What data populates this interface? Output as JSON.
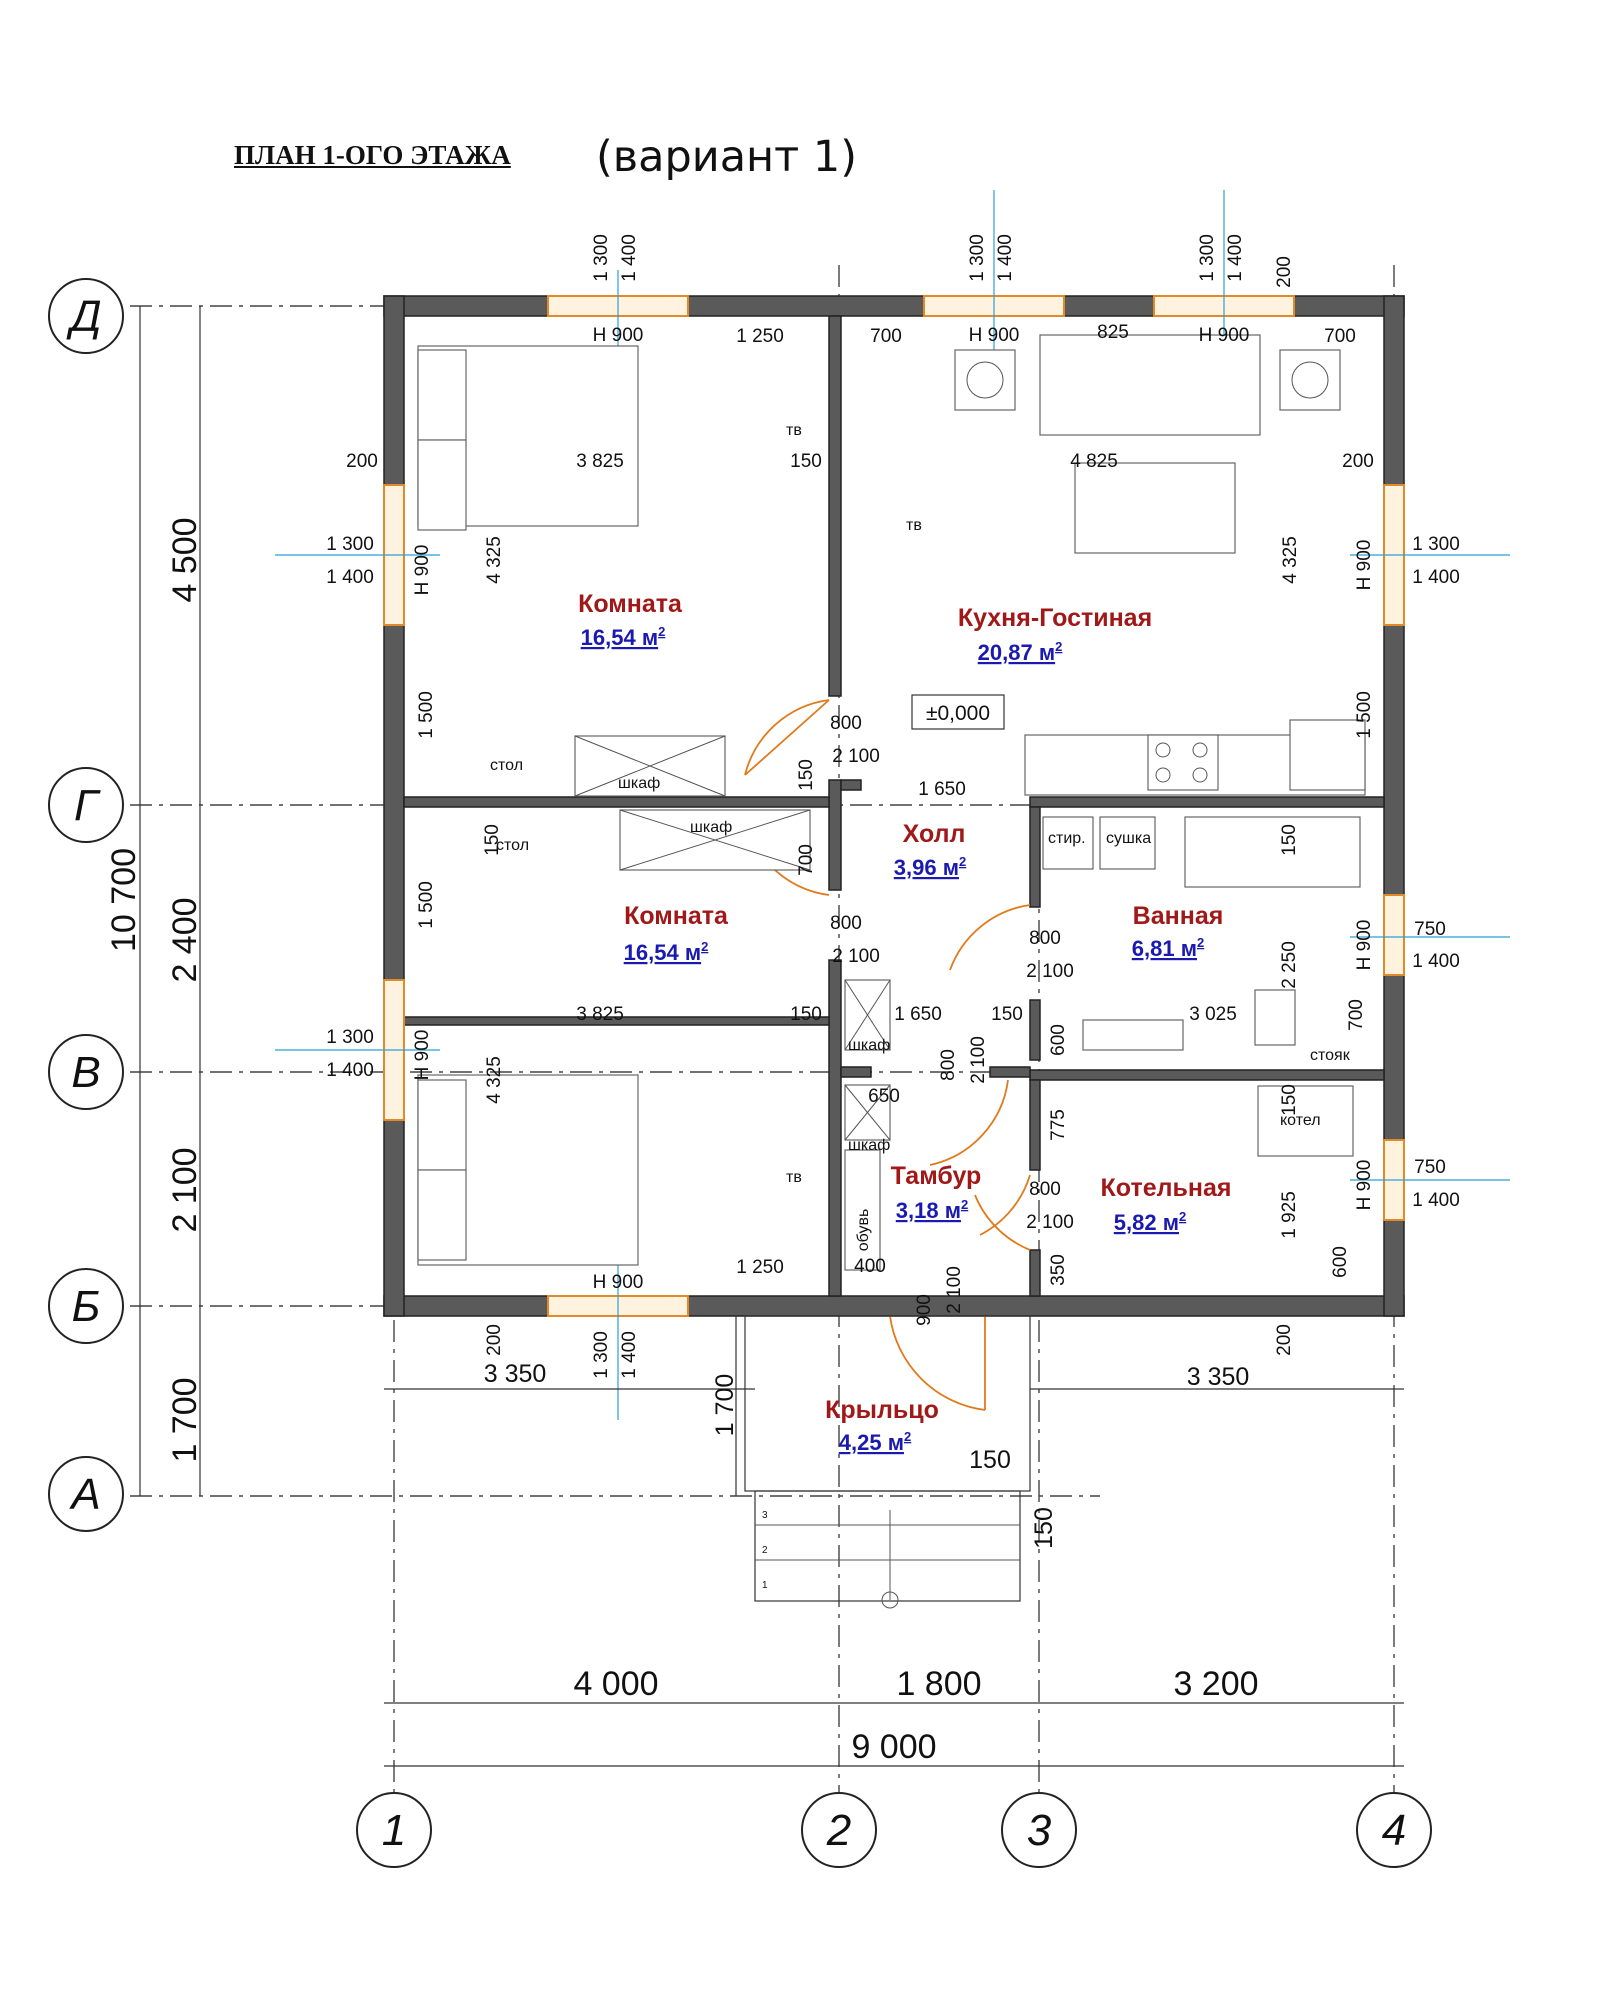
{
  "title": {
    "main": "ПЛАН 1-ОГО ЭТАЖА",
    "variant": "(вариант 1)"
  },
  "axes": {
    "rows": [
      "Д",
      "Г",
      "В",
      "Б",
      "А"
    ],
    "cols": [
      "1",
      "2",
      "3",
      "4"
    ]
  },
  "rooms": [
    {
      "name": "Комната",
      "area": "16,54 м"
    },
    {
      "name": "Кухня-Гостиная",
      "area": "20,87 м"
    },
    {
      "name": "Холл",
      "area": "3,96 м"
    },
    {
      "name": "Комната",
      "area": "16,54 м"
    },
    {
      "name": "Ванная",
      "area": "6,81 м"
    },
    {
      "name": "Тамбур",
      "area": "3,18 м"
    },
    {
      "name": "Котельная",
      "area": "5,82 м"
    },
    {
      "name": "Крыльцо",
      "area": "4,25 м"
    }
  ],
  "area_unit_sup": "2",
  "level_mark": "±0,000",
  "overall": {
    "left_segments": [
      "4 500",
      "2 400",
      "2 100",
      "1 700"
    ],
    "left_total": "10 700",
    "bottom_segments": [
      "4 000",
      "1 800",
      "3 200"
    ],
    "bottom_total": "9 000",
    "porch_side": "3 350",
    "porch_depth": "1 700"
  },
  "windows": {
    "h_900": "Н 900",
    "sill_1300": "1 300",
    "height_1400": "1 400",
    "sill_750": "750"
  },
  "dimensions": {
    "d200": "200",
    "d1250": "1 250",
    "d700": "700",
    "d825": "825",
    "d3825": "3 825",
    "d150": "150",
    "d4825": "4 825",
    "d4325": "4 325",
    "d1500": "1 500",
    "d800": "800",
    "d2100": "2 100",
    "d1650": "1 650",
    "d3025": "3 025",
    "d600": "600",
    "d2250": "2 250",
    "d650": "650",
    "d775": "775",
    "d1925": "1 925",
    "d350": "350",
    "d400": "400",
    "d900": "900"
  },
  "furniture": {
    "tv": "тв",
    "wardrobe": "шкаф",
    "desk": "стол",
    "washer": "стир.",
    "dryer": "сушка",
    "riser": "стояк",
    "boiler": "котел",
    "shoes": "обувь"
  },
  "steps": [
    "3",
    "2",
    "1"
  ]
}
